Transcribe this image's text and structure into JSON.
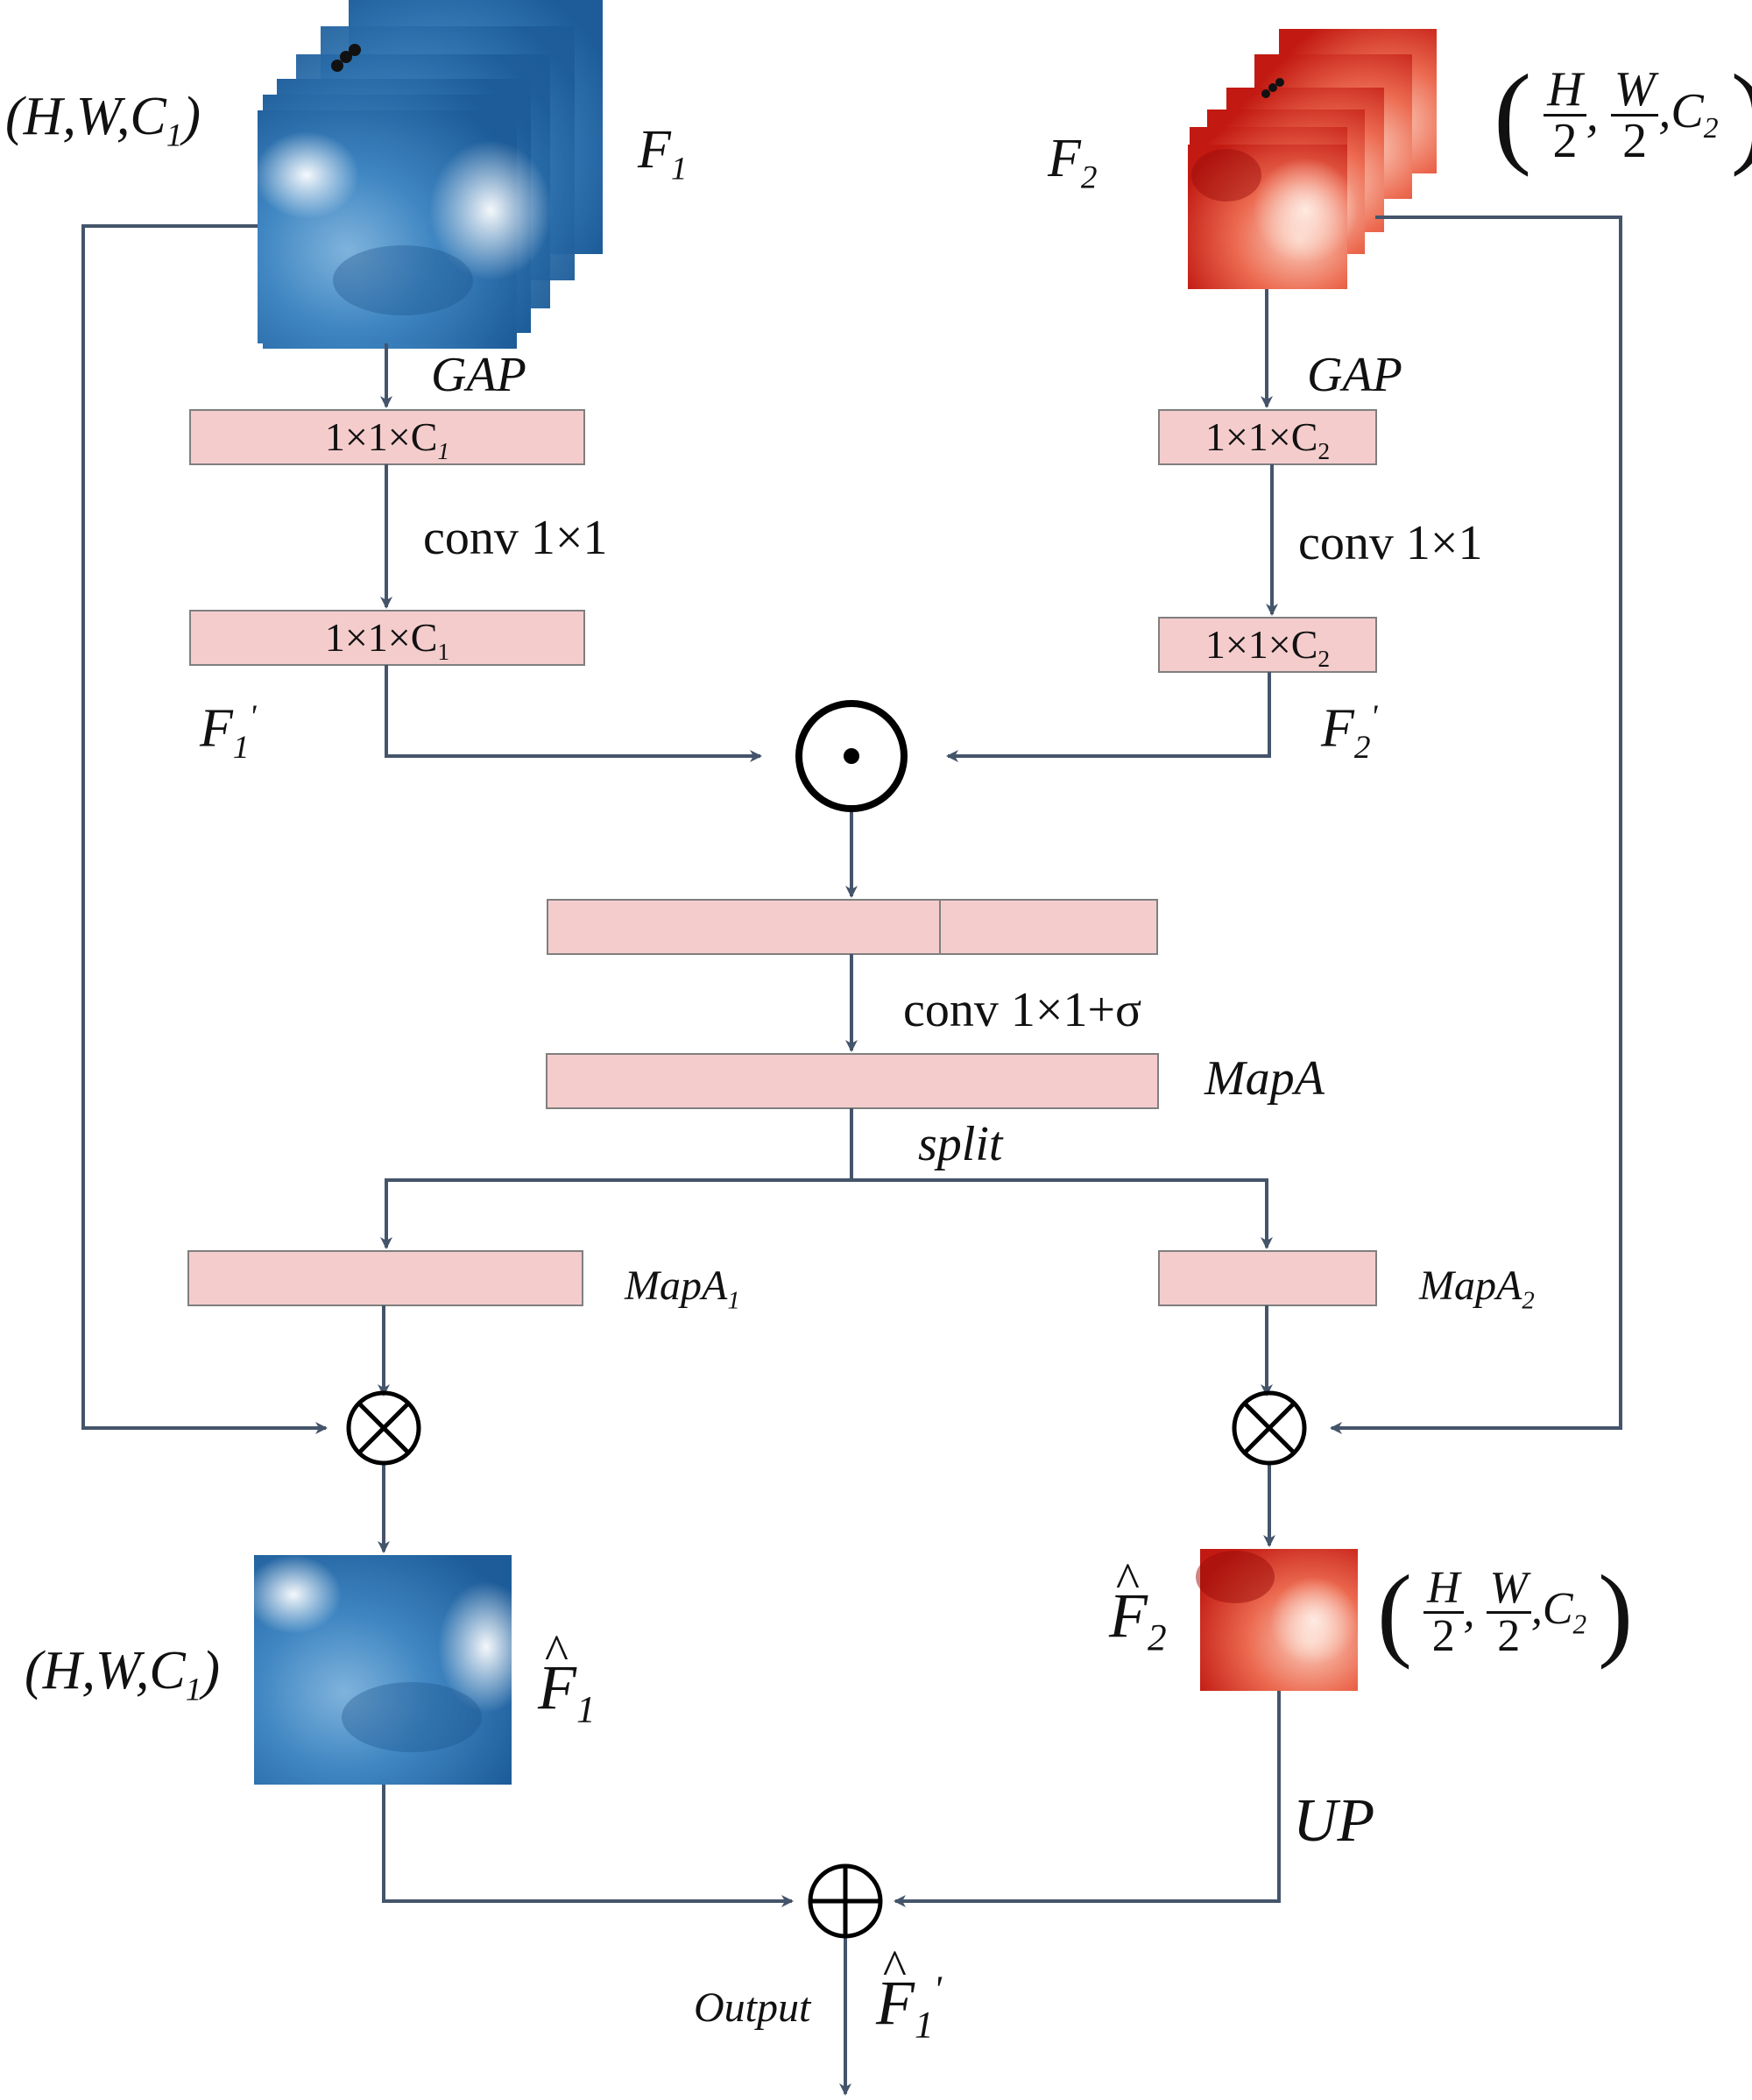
{
  "labels": {
    "gap_left": "GAP",
    "gap_right": "GAP",
    "conv_left": "conv 1×1",
    "conv_right": "conv 1×1",
    "conv_sigma": "conv 1×1+σ",
    "mapa": "MapA",
    "split": "split",
    "mapa1_base": "MapA",
    "mapa1_sub": "1",
    "mapa2_base": "MapA",
    "mapa2_sub": "2",
    "up": "UP",
    "output": "Output"
  },
  "boxes": {
    "left_gap_box": "1×1×C",
    "left_gap_sub": "1",
    "left_conv_box": "1×1×C",
    "left_conv_sub": "1",
    "right_gap_box": "1×1×C",
    "right_gap_sub": "2",
    "right_conv_box": "1×1×C",
    "right_conv_sub": "2"
  },
  "features": {
    "f1_base": "F",
    "f1_sub": "1",
    "f2_base": "F",
    "f2_sub": "2",
    "f1p_base": "F",
    "f1p_sub": "1",
    "f1p_sup": "'",
    "f2p_base": "F",
    "f2p_sub": "2",
    "f2p_sup": "'",
    "f1hat_base": "F",
    "f1hat_sub": "1",
    "f2hat_base": "F",
    "f2hat_sub": "2",
    "out_base": "F",
    "out_sub": "1",
    "out_sup": "'"
  },
  "dims": {
    "left_top_prefix": "(H,W,C",
    "left_top_sub": "1",
    "left_top_suffix": ")",
    "left_bottom_prefix": "(H,W,C",
    "left_bottom_sub": "1",
    "left_bottom_suffix": ")",
    "right_top_h": "H",
    "right_top_w": "W",
    "right_top_den": "2",
    "right_top_c": "C",
    "right_top_csub": "2",
    "right_bottom_h": "H",
    "right_bottom_w": "W",
    "right_bottom_den": "2",
    "right_bottom_c": "C",
    "right_bottom_csub": "2"
  },
  "operators": {
    "elementwise_product": "⊙",
    "multiply": "⊗",
    "add": "⊕"
  },
  "colors": {
    "line": "#44546a",
    "box_fill": "#f4cccc",
    "box_stroke": "#7f7f7f",
    "blue_dark": "#1f5f9f",
    "blue_light": "#ffffff",
    "red_dark": "#b81010",
    "red_light": "#ffe8e0"
  }
}
